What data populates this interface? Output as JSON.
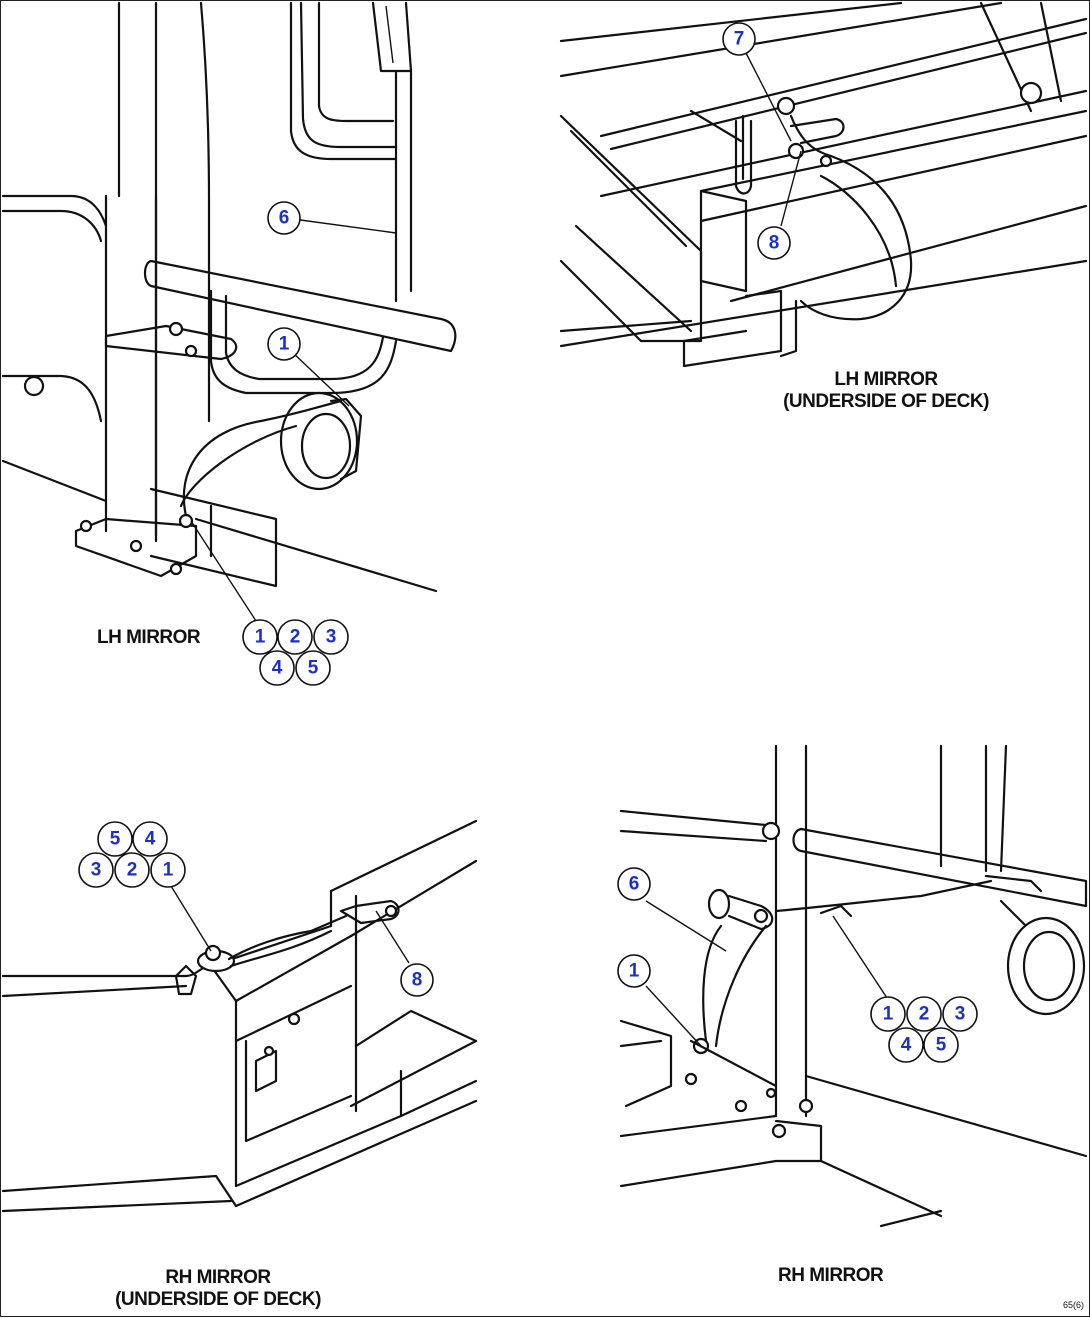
{
  "captions": {
    "lh_mirror": "LH MIRROR",
    "lh_underside_line1": "LH MIRROR",
    "lh_underside_line2": "(UNDERSIDE OF DECK)",
    "rh_underside_line1": "RH MIRROR",
    "rh_underside_line2": "(UNDERSIDE OF DECK)",
    "rh_mirror": "RH MIRROR"
  },
  "callouts": {
    "lh": {
      "c6": "6",
      "c1": "1",
      "g1": "1",
      "g2": "2",
      "g3": "3",
      "g4": "4",
      "g5": "5"
    },
    "lh_underside": {
      "c7": "7",
      "c8": "8"
    },
    "rh_underside": {
      "g5": "5",
      "g4": "4",
      "g3": "3",
      "g2": "2",
      "g1": "1",
      "c8": "8"
    },
    "rh": {
      "c6": "6",
      "c1": "1",
      "g1": "1",
      "g2": "2",
      "g3": "3",
      "g4": "4",
      "g5": "5"
    }
  },
  "figure_ref": "65(6)"
}
